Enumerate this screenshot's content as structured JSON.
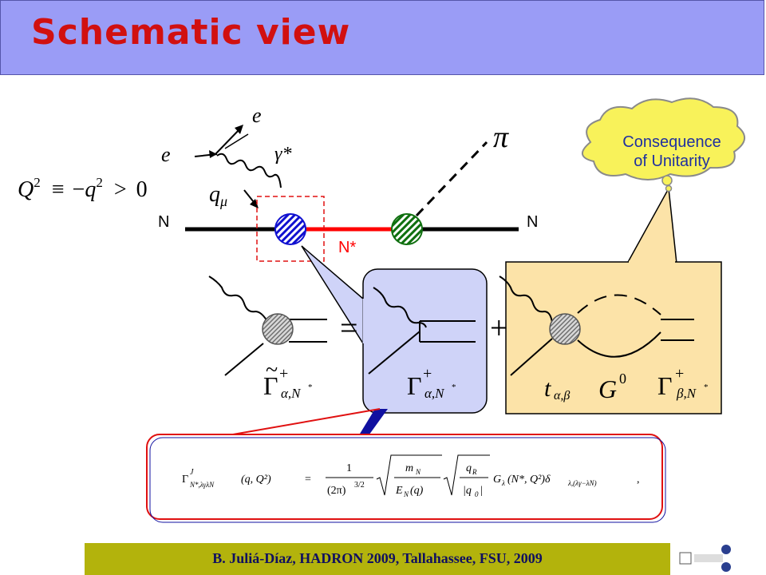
{
  "slide": {
    "title": "Schematic view",
    "footer": "B. Juliá-Díaz, HADRON 2009, Tallahassee, FSU, 2009"
  },
  "diagram": {
    "electron_in": "e",
    "electron_out": "e",
    "photon": "γ*",
    "momentum": "q",
    "momentum_index": "μ",
    "q2_relation": {
      "lhs": "Q",
      "lhs_exp": "2",
      "equiv": "≡",
      "minus": "−",
      "q": "q",
      "q_exp": "2",
      "gt": ">",
      "zero": "0"
    },
    "nucleon_left": "N",
    "nucleon_right": "N",
    "resonance": "N*",
    "pion": "π",
    "cloud_line1": "Consequence",
    "cloud_line2": "of Unitarity",
    "equals": "=",
    "plus": "+",
    "gamma_dressed": "Γ",
    "gamma_bare": "Γ",
    "gamma_final": "Γ",
    "gamma_tilde": "~",
    "dagger": "+",
    "sub_alpha_N": "α,N",
    "sub_beta_N": "β,N",
    "sub_star": "*",
    "t_symbol": "t",
    "t_sub": "α,β",
    "g_symbol": "G",
    "g_sup": "0"
  },
  "formula": {
    "lhs": "Γ",
    "lhs_sup": "J",
    "lhs_sub": "N*,λγλN",
    "lhs_args": "(q, Q²)",
    "eq": "=",
    "num": "1",
    "den": "(2π)",
    "den_exp": "3/2",
    "sqrt1_num": "m",
    "sqrt1_num_sub": "N",
    "sqrt1_den": "E",
    "sqrt1_den_sub": "N",
    "sqrt1_den_arg": "(q)",
    "sqrt2_num": "q",
    "sqrt2_num_sub": "R",
    "sqrt2_den": "|q",
    "sqrt2_den_sub": "0",
    "sqrt2_den_end": "|",
    "tail": "G",
    "tail_sub": "λ",
    "tail_args": "(N*, Q²)δ",
    "tail_delta_sub": "λ,(λγ−λN)",
    "tail_end": ","
  },
  "colors": {
    "header_bg": "#9a9cf6",
    "title": "#d11010",
    "footer_bg": "#b3b30c",
    "resonance_line": "#ff0000",
    "vertex_blue": "#1010d0",
    "vertex_green": "#107010",
    "callout_blue_bg": "#cfd3f8",
    "callout_yellow_bg": "#fce3a8",
    "cloud_bg": "#f8f25a",
    "formula_border": "#e01010"
  }
}
